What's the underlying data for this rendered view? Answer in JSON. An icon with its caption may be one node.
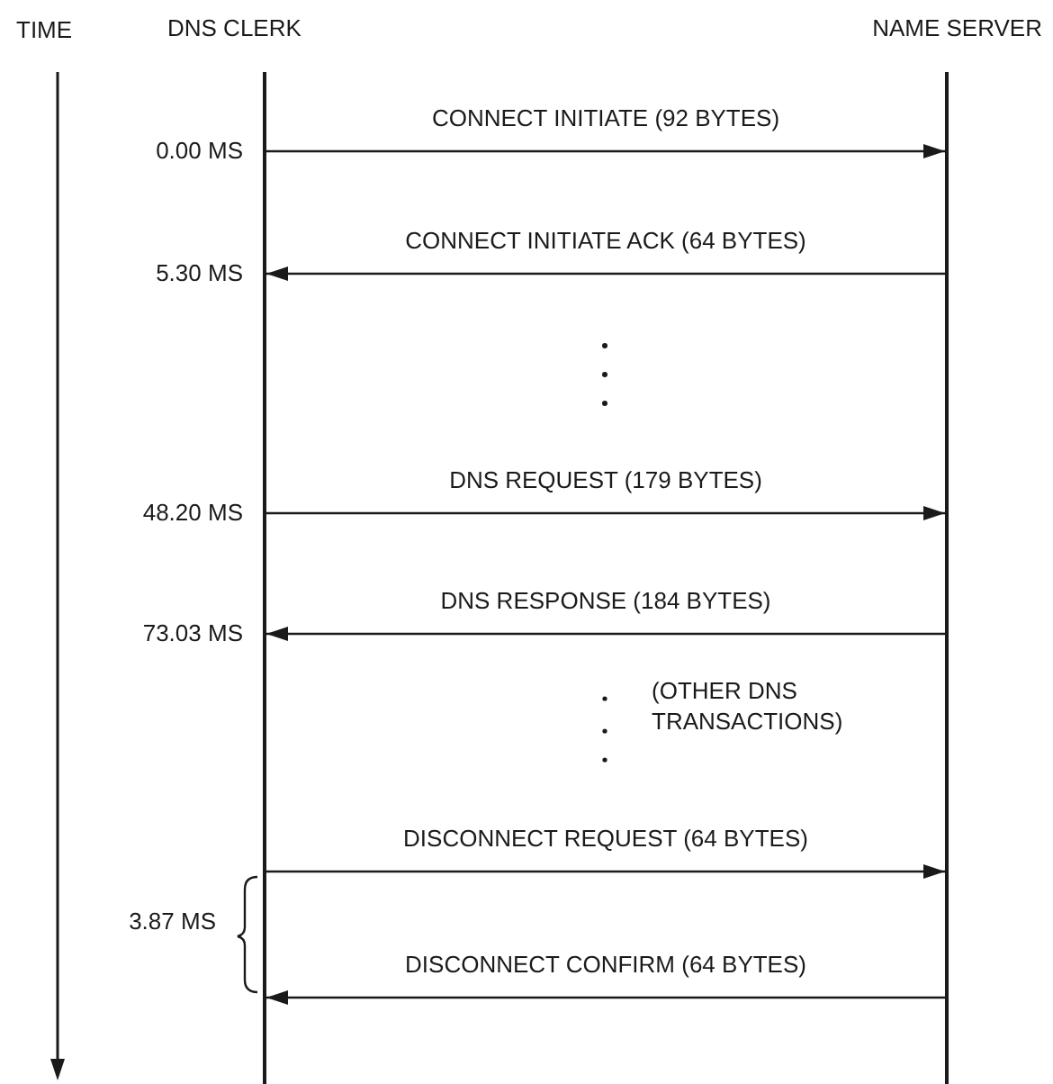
{
  "diagram": {
    "nodes": [
      {
        "text": [
          "DNS CLERK"
        ]
      },
      {
        "text": [
          "NAME SERVER"
        ]
      }
    ],
    "edges": [
      {
        "from": 0,
        "to": 1,
        "arrow": "to",
        "label": "CONNECT INITIATE (92 BYTES)"
      },
      {
        "from": 1,
        "to": 0,
        "arrow": "to",
        "label": "CONNECT INITIATE ACK (64 BYTES)"
      },
      {
        "from": 0,
        "to": 1,
        "arrow": "to",
        "label": "DNS REQUEST (179 BYTES)"
      },
      {
        "from": 1,
        "to": 0,
        "arrow": "to",
        "label": "DNS RESPONSE (184 BYTES)"
      },
      {
        "from": 0,
        "to": 1,
        "arrow": "to",
        "label": "DISCONNECT REQUEST (64 BYTES)"
      },
      {
        "from": 1,
        "to": 0,
        "arrow": "to",
        "label": "DISCONNECT CONFIRM (64 BYTES)"
      }
    ],
    "labels": [
      "TIME",
      "0.00 MS",
      "5.30 MS",
      "48.20 MS",
      "73.03 MS",
      "(OTHER DNS TRANSACTIONS)",
      "3.87 MS"
    ]
  }
}
